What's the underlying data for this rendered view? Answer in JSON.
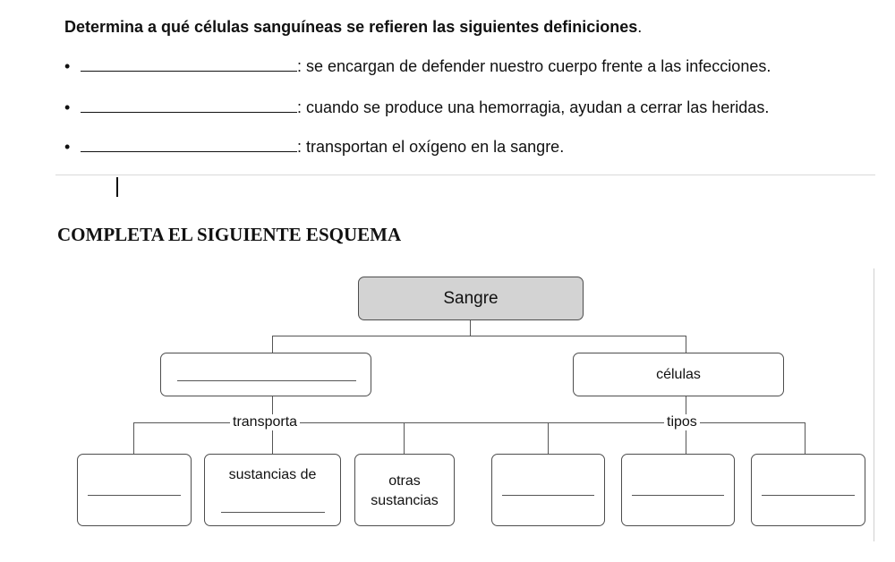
{
  "exercise1": {
    "instruction": "Determina a qué células sanguíneas se refieren las siguientes definiciones",
    "instruction_end": ".",
    "bullet": "•",
    "definitions": [
      ": se encargan de defender nuestro cuerpo frente a las infecciones.",
      ": cuando se produce una hemorragia, ayudan a cerrar las heridas.",
      ": transportan el oxígeno en la sangre."
    ]
  },
  "exercise2": {
    "title": "COMPLETA EL SIGUIENTE ESQUEMA",
    "diagram": {
      "root": "Sangre",
      "right_child": "células",
      "left_connector_label": "transporta",
      "right_connector_label": "tipos",
      "leaf_sustancias_de": "sustancias de",
      "leaf_otras_sustancias": "otras\nsustancias",
      "root_fill": "#d3d3d3"
    }
  }
}
